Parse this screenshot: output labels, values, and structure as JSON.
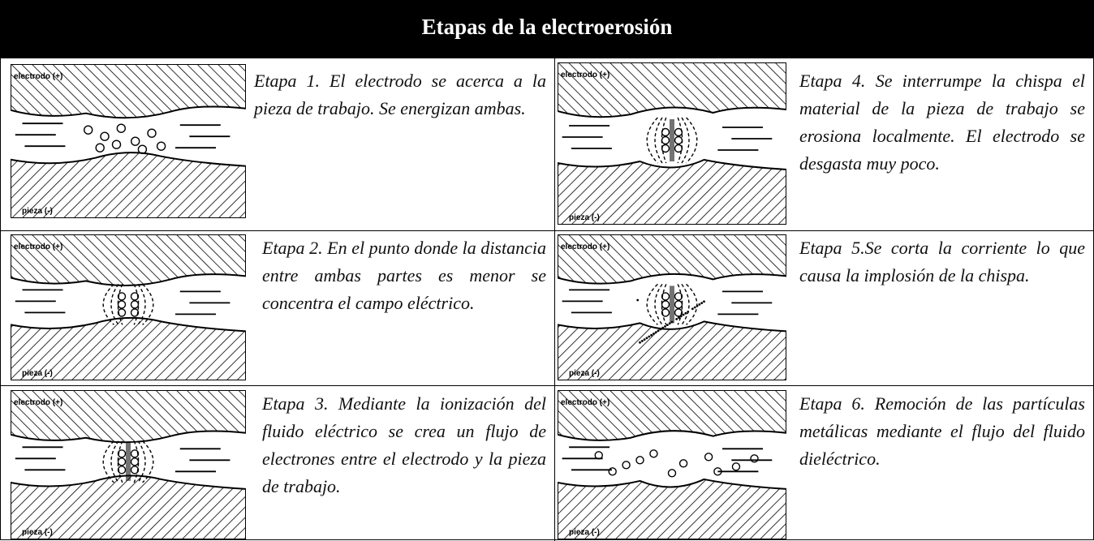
{
  "title": "Etapas de la electroerosión",
  "labels": {
    "electrode": "electrodo (+)",
    "piece": "pieza (-)"
  },
  "stages": [
    {
      "id": 1,
      "text": "Etapa 1. El electrodo se acerca a la pieza de trabajo. Se energizan ambas."
    },
    {
      "id": 2,
      "text": "Etapa 2. En el punto donde la distancia entre ambas partes es menor se concentra el campo eléctrico."
    },
    {
      "id": 3,
      "text": "Etapa 3. Mediante la ionización del fluido eléctrico se crea un flujo de electrones entre el electrodo y la pieza de trabajo."
    },
    {
      "id": 4,
      "text": "Etapa 4. Se interrumpe la chispa el material de la pieza de trabajo se erosiona localmente. El electrodo se desgasta muy poco."
    },
    {
      "id": 5,
      "text": "Etapa 5.Se corta la corriente lo que causa la implosión de la chispa."
    },
    {
      "id": 6,
      "text": "Etapa 6. Remoción de las partículas metálicas mediante el flujo del fluido dieléctrico."
    }
  ]
}
